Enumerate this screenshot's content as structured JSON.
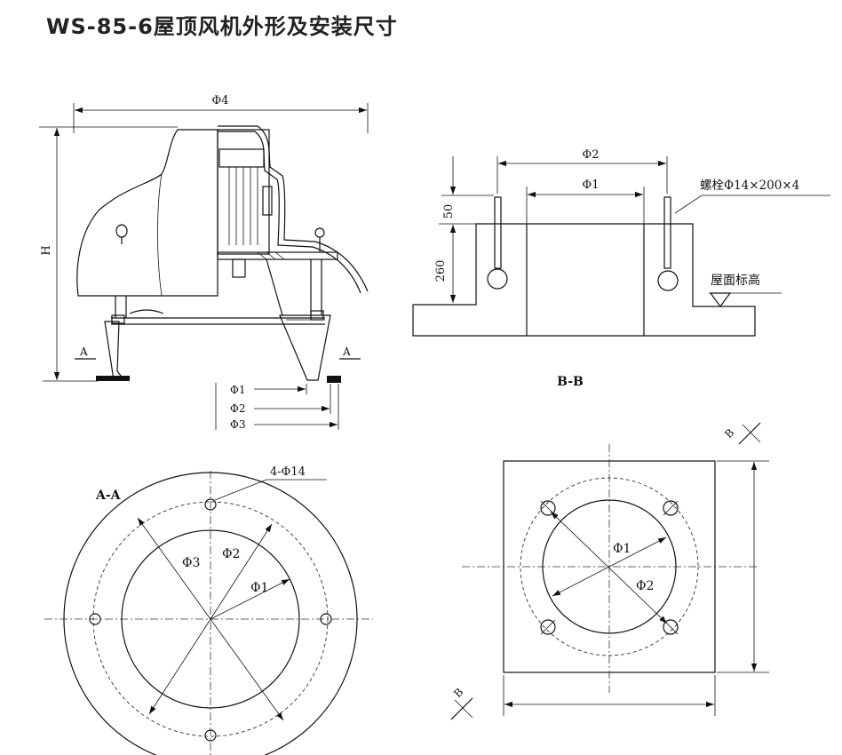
{
  "title": "WS-85-6屋顶风机外形及安装尺寸",
  "side_view": {
    "phi4": "Φ4",
    "h": "H",
    "section_mark_a": "A",
    "phi1": "Φ1",
    "phi2": "Φ2",
    "phi3": "Φ3"
  },
  "bb_view": {
    "phi2": "Φ2",
    "phi1": "Φ1",
    "dim_50": "50",
    "dim_260": "260",
    "bolt_label": "螺栓Φ14×200×4",
    "roof_label": "屋面标高",
    "section_label": "B-B"
  },
  "aa_view": {
    "section_label": "A-A",
    "holes_label": "4-Φ14",
    "phi1": "Φ1",
    "phi2": "Φ2",
    "phi3": "Φ3"
  },
  "base_plan": {
    "section_mark_b": "B",
    "phi1": "Φ1",
    "phi2": "Φ2"
  }
}
